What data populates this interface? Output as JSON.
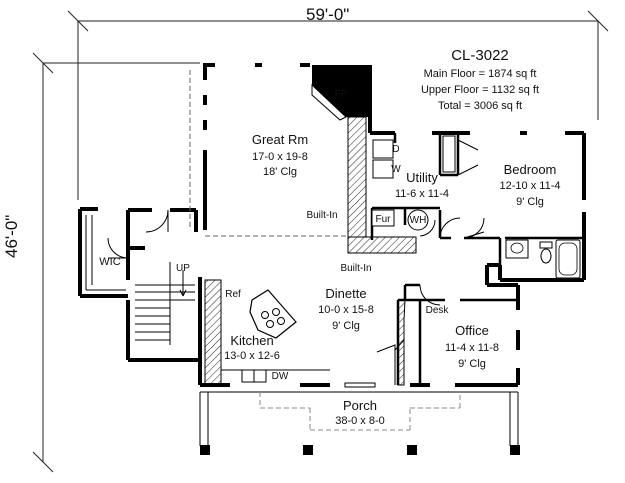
{
  "dimensions": {
    "width": "59'-0\"",
    "depth": "46'-0\""
  },
  "plan": {
    "code": "CL-3022",
    "areas": [
      "Main Floor = 1874 sq ft",
      "Upper Floor = 1132 sq ft",
      "Total = 3006 sq ft"
    ]
  },
  "rooms": {
    "great_rm": {
      "name": "Great Rm",
      "size": "17-0 x 19-8",
      "ceiling": "18' Clg"
    },
    "utility": {
      "name": "Utility",
      "size": "11-6 x 11-4"
    },
    "bedroom": {
      "name": "Bedroom",
      "size": "12-10 x 11-4",
      "ceiling": "9' Clg"
    },
    "dinette": {
      "name": "Dinette",
      "size": "10-0 x 15-8",
      "ceiling": "9' Clg"
    },
    "kitchen": {
      "name": "Kitchen",
      "size": "13-0 x 12-6"
    },
    "office": {
      "name": "Office",
      "size": "11-4 x 11-8",
      "ceiling": "9' Clg"
    },
    "porch": {
      "name": "Porch",
      "size": "38-0 x 8-0"
    },
    "wic": {
      "name": "WIC"
    }
  },
  "fixtures": {
    "fp": "FP",
    "d": "D",
    "w": "W",
    "fur": "Fur",
    "wh": "WH",
    "built_in_1": "Built-In",
    "built_in_2": "Built-In",
    "up": "UP",
    "ref": "Ref",
    "dw": "DW",
    "desk": "Desk"
  }
}
